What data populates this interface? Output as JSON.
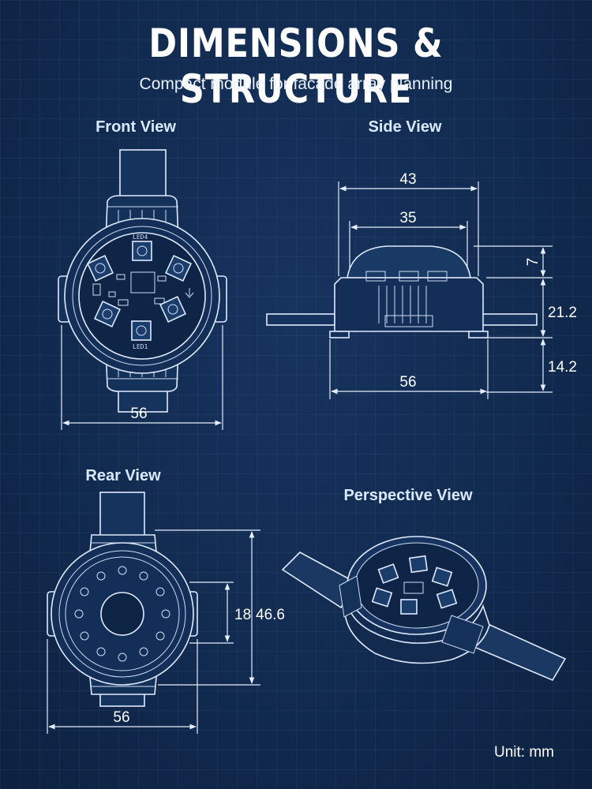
{
  "title": "DIMENSIONS & STRUCTURE",
  "subtitle": "Compact module for facade array planning",
  "views": {
    "front": "Front View",
    "side": "Side View",
    "rear": "Rear View",
    "perspective": "Perspective View"
  },
  "front_dims": {
    "width": "56"
  },
  "front_pcb": {
    "led_top": "LED4",
    "led_bottom": "LED1"
  },
  "side_dims": {
    "outer": "43",
    "inner": "35",
    "dome": "7",
    "body": "21.2",
    "flange": "14.2",
    "width": "56"
  },
  "rear_dims": {
    "hole": "18",
    "height": "46.6",
    "width": "56"
  },
  "unit": "Unit: mm"
}
